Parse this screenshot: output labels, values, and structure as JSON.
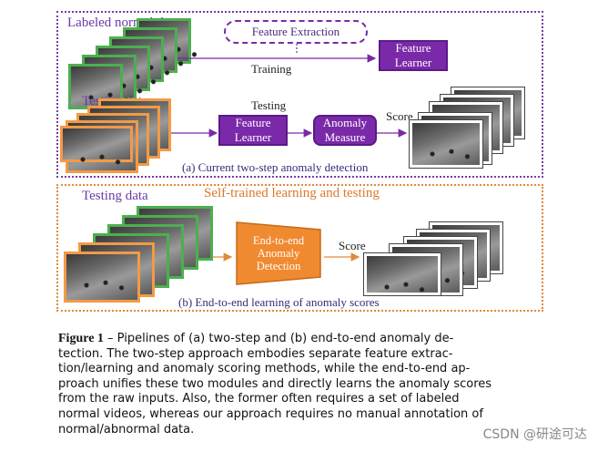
{
  "panel_a": {
    "labeled_label": "Labeled normal data",
    "feature_extraction": "Feature Extraction",
    "training": "Training",
    "feature_learner_top": [
      "Feature",
      "Learner"
    ],
    "testing_data": "Testing data",
    "testing": "Testing",
    "feature_learner": [
      "Feature",
      "Learner"
    ],
    "anomaly_measure": [
      "Anomaly",
      "Measure"
    ],
    "score": "Score",
    "caption": "(a) Current two-step anomaly detection"
  },
  "panel_b": {
    "testing_data": "Testing data",
    "self_trained": "Self-trained learning and testing",
    "end_to_end": [
      "End-to-end",
      "Anomaly",
      "Detection"
    ],
    "score": "Score",
    "caption": "(b) End-to-end learning of anomaly scores"
  },
  "figure_caption": {
    "head": "Figure 1",
    "dash": " – ",
    "lines": [
      "Pipelines of (a) two-step and (b) end-to-end anomaly de-",
      "tection. The two-step approach embodies separate feature extrac-",
      "tion/learning and anomaly scoring methods, while the end-to-end ap-",
      "proach unifies these two modules and directly learns the anomaly scores",
      "from the raw inputs. Also, the former often requires a set of labeled",
      "normal videos, whereas our approach requires no manual annotation of",
      "normal/abnormal data."
    ]
  },
  "watermark": "CSDN @研途可达"
}
